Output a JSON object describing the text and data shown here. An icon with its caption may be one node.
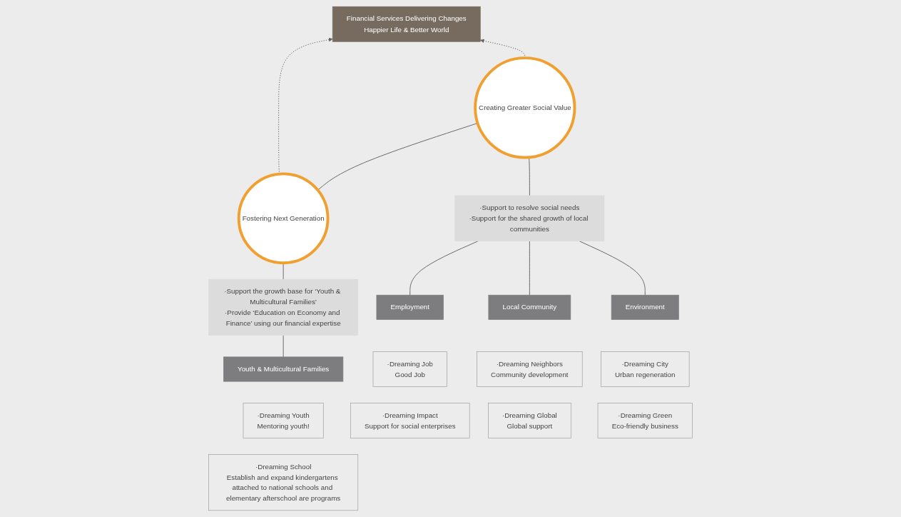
{
  "diagram": {
    "nodes": [
      {
        "text": [
          "Financial Services Delivering Changes",
          "Happier Life & Better World"
        ]
      },
      {
        "text": [
          "Fostering Next Generation"
        ]
      },
      {
        "text": [
          "Creating Greater Social Value"
        ]
      },
      {
        "text": [
          "·Support the growth base for ‘Youth & Multicultural Families’",
          "·Provide ‘Education on Economy and Finance’ using our financial expertise"
        ]
      },
      {
        "text": [
          "·Support to resolve social needs",
          "·Support for the shared growth of local communities"
        ]
      },
      {
        "text": [
          "Youth & Multicultural Families"
        ]
      },
      {
        "text": [
          "Employment"
        ]
      },
      {
        "text": [
          "Local Community"
        ]
      },
      {
        "text": [
          "Environment"
        ]
      },
      {
        "text": [
          "·Dreaming Youth",
          "Mentoring youth!"
        ]
      },
      {
        "text": [
          "·Dreaming School",
          "Establish and expand kindergartens attached to national schools and elementary afterschool are programs"
        ]
      },
      {
        "text": [
          "·Dreaming Job",
          "Good Job"
        ]
      },
      {
        "text": [
          "·Dreaming Impact",
          "Support for social enterprises"
        ]
      },
      {
        "text": [
          "·Dreaming Neighbors",
          "Community development"
        ]
      },
      {
        "text": [
          "·Dreaming Global",
          "Global support"
        ]
      },
      {
        "text": [
          "·Dreaming City",
          "Urban regeneration"
        ]
      },
      {
        "text": [
          "·Dreaming Green",
          "Eco-friendly business"
        ]
      }
    ],
    "edges": [
      {
        "from": 1,
        "to": 2,
        "arrow": "none"
      },
      {
        "from": 1,
        "to": 0,
        "arrow": "to",
        "style": "dashed"
      },
      {
        "from": 2,
        "to": 0,
        "arrow": "to",
        "style": "dashed"
      },
      {
        "from": 1,
        "to": 3,
        "arrow": "none"
      },
      {
        "from": 2,
        "to": 4,
        "arrow": "none"
      },
      {
        "from": 3,
        "to": 5,
        "arrow": "none"
      },
      {
        "from": 4,
        "to": 6,
        "arrow": "none"
      },
      {
        "from": 4,
        "to": 7,
        "arrow": "none"
      },
      {
        "from": 4,
        "to": 8,
        "arrow": "none"
      }
    ]
  }
}
